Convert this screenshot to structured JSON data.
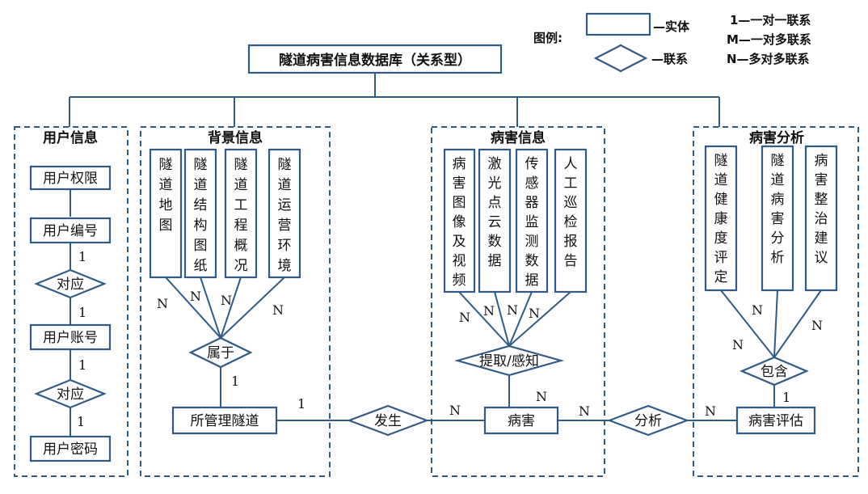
{
  "title": "隧道病害信息数据库（关系型）",
  "legend": {
    "label": "图例:",
    "entity": "—实体",
    "relation": "—联系",
    "one_to_one": "1—一对一联系",
    "one_to_many": "M—一对多联系",
    "many_to_many": "N—多对多联系"
  },
  "groups": {
    "user": {
      "title": "用户信息",
      "entities": [
        "用户权限",
        "用户编号",
        "用户账号",
        "用户密码"
      ],
      "relations": [
        "对应",
        "对应"
      ],
      "cards": [
        "1",
        "1",
        "1",
        "1"
      ]
    },
    "background": {
      "title": "背景信息",
      "entities": [
        "隧道地图",
        "隧道结构图纸",
        "隧道工程概况",
        "隧道运营环境"
      ],
      "relation": "属于",
      "main_entity": "所管理隧道",
      "cards": [
        "N",
        "N",
        "N",
        "N",
        "1"
      ]
    },
    "disease": {
      "title": "病害信息",
      "entities": [
        "病害图像及视频",
        "激光点云数据",
        "传感器监测数据",
        "人工巡检报告"
      ],
      "relation": "提取/感知",
      "main_entity": "病害",
      "cards": [
        "N",
        "N",
        "N",
        "N",
        "N"
      ]
    },
    "analysis": {
      "title": "病害分析",
      "entities": [
        "隧道健康度评定",
        "隧道病害分析",
        "病害整治建议"
      ],
      "relation": "包含",
      "main_entity": "病害评估",
      "cards": [
        "N",
        "N",
        "N",
        "1"
      ]
    }
  },
  "links": {
    "occur": {
      "label": "发生",
      "left_card": "1",
      "right_card": "N"
    },
    "analyze": {
      "label": "分析",
      "left_card": "N",
      "right_card": "N"
    }
  }
}
